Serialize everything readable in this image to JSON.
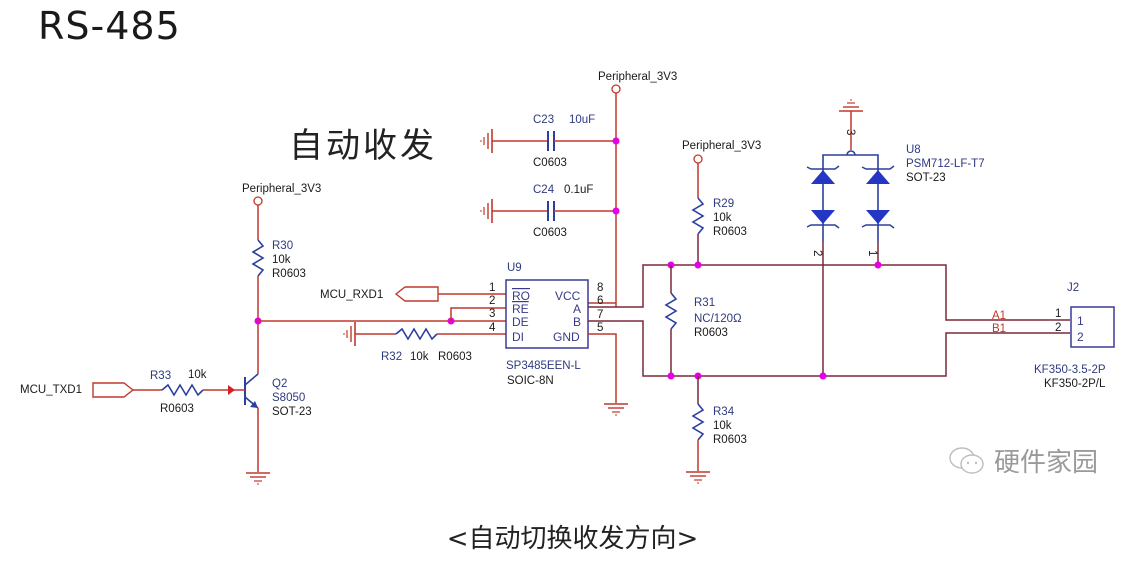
{
  "title": "RS-485",
  "subtitle": "自动收发",
  "caption": "<自动切换收发方向>",
  "watermark": {
    "icon": "wechat-icon",
    "text": "硬件家园"
  },
  "colors": {
    "wire": "#c0392b",
    "component": "#2b3f9e",
    "junction": "#e600e6",
    "text": "#1a1a1a"
  },
  "power_labels": {
    "vcc_top": "Peripheral_3V3",
    "vcc_r29": "Peripheral_3V3",
    "vcc_r30": "Peripheral_3V3"
  },
  "components": {
    "c23": {
      "ref": "C23",
      "value": "10uF",
      "footprint": "C0603"
    },
    "c24": {
      "ref": "C24",
      "value": "0.1uF",
      "footprint": "C0603"
    },
    "r29": {
      "ref": "R29",
      "value": "10k",
      "footprint": "R0603"
    },
    "r30": {
      "ref": "R30",
      "value": "10k",
      "footprint": "R0603"
    },
    "r31": {
      "ref": "R31",
      "value": "NC/120Ω",
      "footprint": "R0603"
    },
    "r32": {
      "ref": "R32",
      "value": "10k",
      "footprint": "R0603"
    },
    "r33": {
      "ref": "R33",
      "value": "10k",
      "footprint": "R0603"
    },
    "r34": {
      "ref": "R34",
      "value": "10k",
      "footprint": "R0603"
    },
    "q2": {
      "ref": "Q2",
      "value": "S8050",
      "footprint": "SOT-23"
    },
    "u8": {
      "ref": "U8",
      "value": "PSM712-LF-T7",
      "footprint": "SOT-23",
      "pins": [
        "3",
        "2",
        "1"
      ]
    },
    "u9": {
      "ref": "U9",
      "value": "SP3485EEN-L",
      "footprint": "SOIC-8N",
      "left_pins": [
        {
          "num": "1",
          "name": "RO"
        },
        {
          "num": "2",
          "name": "RE"
        },
        {
          "num": "3",
          "name": "DE"
        },
        {
          "num": "4",
          "name": "DI"
        }
      ],
      "right_pins": [
        {
          "num": "8",
          "name": "VCC"
        },
        {
          "num": "6",
          "name": "A"
        },
        {
          "num": "7",
          "name": "B"
        },
        {
          "num": "5",
          "name": "GND"
        }
      ]
    },
    "j2": {
      "ref": "J2",
      "value": "KF350-3.5-2P",
      "footprint": "KF350-2P/L",
      "pins": [
        {
          "num": "1",
          "net": "A1"
        },
        {
          "num": "2",
          "net": "B1"
        }
      ]
    }
  },
  "nets": {
    "mcu_txd": "MCU_TXD1",
    "mcu_rxd": "MCU_RXD1",
    "a1": "A1",
    "b1": "B1"
  }
}
